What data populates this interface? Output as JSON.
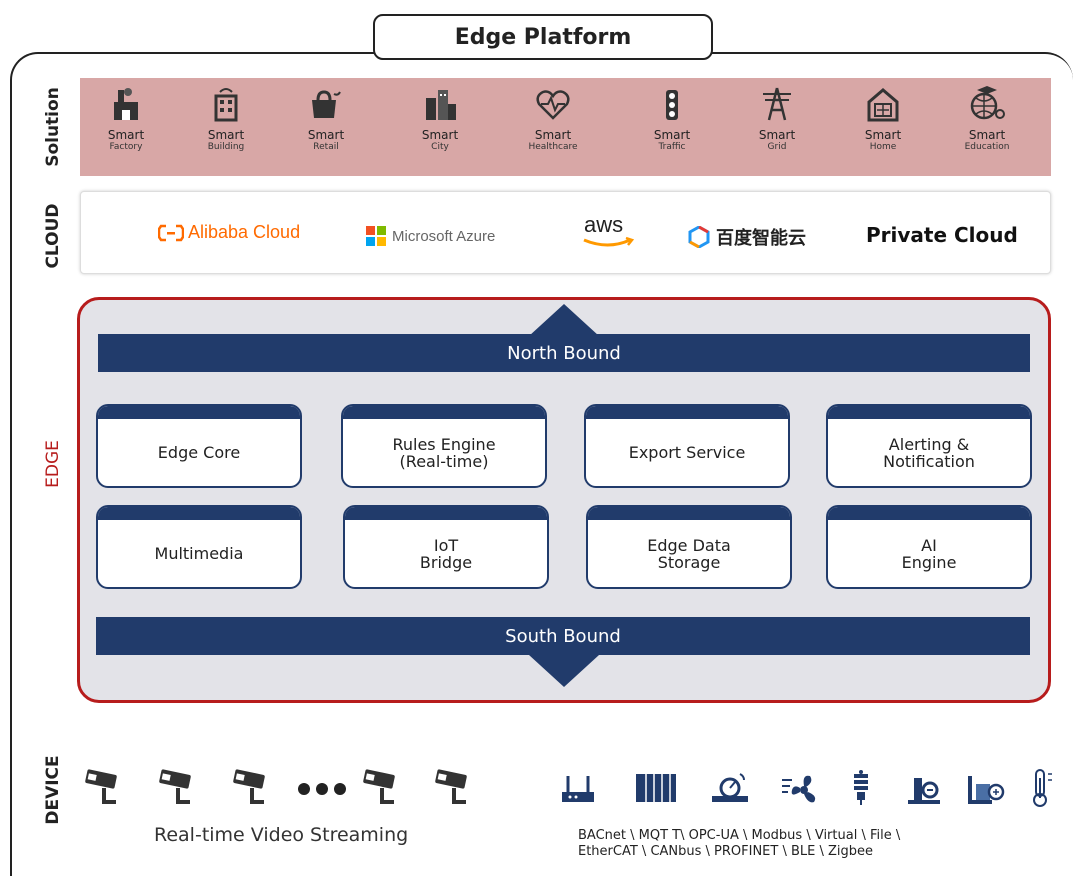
{
  "title": "Edge Platform",
  "layers": {
    "solution": "Solution",
    "cloud": "CLOUD",
    "edge": "EDGE",
    "device": "DEVICE"
  },
  "solutions": [
    {
      "line1": "Smart",
      "line2": "Factory",
      "icon": "factory-icon"
    },
    {
      "line1": "Smart",
      "line2": "Building",
      "icon": "building-icon"
    },
    {
      "line1": "Smart",
      "line2": "Retail",
      "icon": "retail-icon"
    },
    {
      "line1": "Smart",
      "line2": "City",
      "icon": "city-icon"
    },
    {
      "line1": "Smart",
      "line2": "Healthcare",
      "icon": "heart-icon"
    },
    {
      "line1": "Smart",
      "line2": "Traffic",
      "icon": "traffic-light-icon"
    },
    {
      "line1": "Smart",
      "line2": "Grid",
      "icon": "power-tower-icon"
    },
    {
      "line1": "Smart",
      "line2": "Home",
      "icon": "home-icon"
    },
    {
      "line1": "Smart",
      "line2": "Education",
      "icon": "education-icon"
    }
  ],
  "clouds": {
    "alibaba": "Alibaba Cloud",
    "azure": "Microsoft Azure",
    "aws": "aws",
    "baidu": "百度智能云",
    "private": "Private Cloud"
  },
  "edge": {
    "north": "North Bound",
    "south": "South Bound",
    "modules": [
      "Edge Core",
      "Rules Engine\n(Real-time)",
      "Export Service",
      "Alerting &\nNotification",
      "Multimedia",
      "IoT\nBridge",
      "Edge Data\nStorage",
      "AI\nEngine"
    ]
  },
  "device": {
    "video_caption": "Real-time Video Streaming",
    "protocols": "BACnet \\ MQT T\\ OPC-UA \\ Modbus \\ Virtual \\ File \\\nEtherCAT \\ CANbus \\ PROFINET \\ BLE \\ Zigbee"
  },
  "colors": {
    "navy": "#213b6b",
    "edge_border": "#b71c1c",
    "solution_band": "#d8a7a6",
    "alibaba": "#ff6a00"
  }
}
